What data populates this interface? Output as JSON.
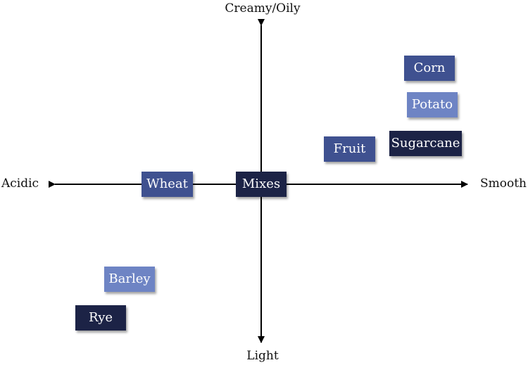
{
  "axes": {
    "top": "Creamy/Oily",
    "bottom": "Light",
    "left": "Acidic",
    "right": "Smooth"
  },
  "items": [
    {
      "label": "Corn",
      "shade": "mid",
      "color": "#3f5190"
    },
    {
      "label": "Potato",
      "shade": "light",
      "color": "#6e84c4"
    },
    {
      "label": "Sugarcane",
      "shade": "dark",
      "color": "#1c2346"
    },
    {
      "label": "Fruit",
      "shade": "mid",
      "color": "#3f5190"
    },
    {
      "label": "Wheat",
      "shade": "mid",
      "color": "#3f5190"
    },
    {
      "label": "Mixes",
      "shade": "dark",
      "color": "#1c2346"
    },
    {
      "label": "Barley",
      "shade": "light",
      "color": "#6e84c4"
    },
    {
      "label": "Rye",
      "shade": "dark",
      "color": "#1c2346"
    }
  ]
}
